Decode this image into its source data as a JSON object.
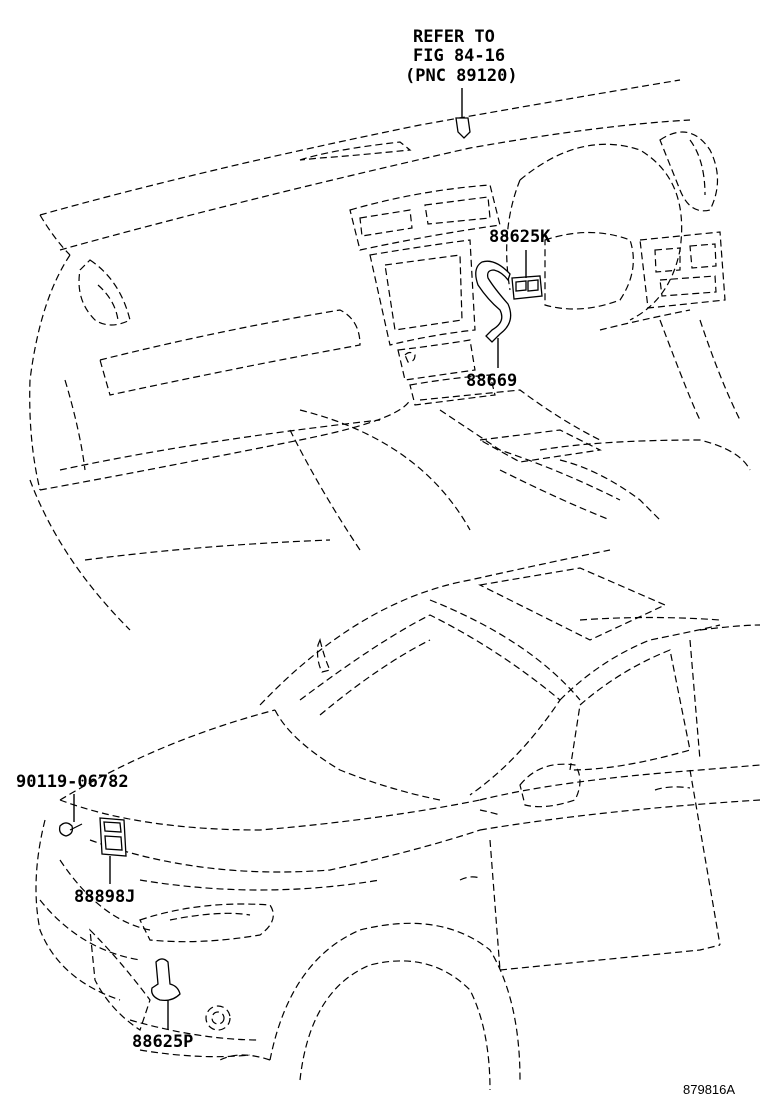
{
  "callouts": {
    "refer_line1": "REFER TO",
    "refer_line2": "FIG 84-16",
    "refer_line3": "(PNC 89120)",
    "p88625K": "88625K",
    "p88669": "88669",
    "p90119": "90119-06782",
    "p88898J": "88898J",
    "p88625P": "88625P"
  },
  "figure_id": "879816A"
}
